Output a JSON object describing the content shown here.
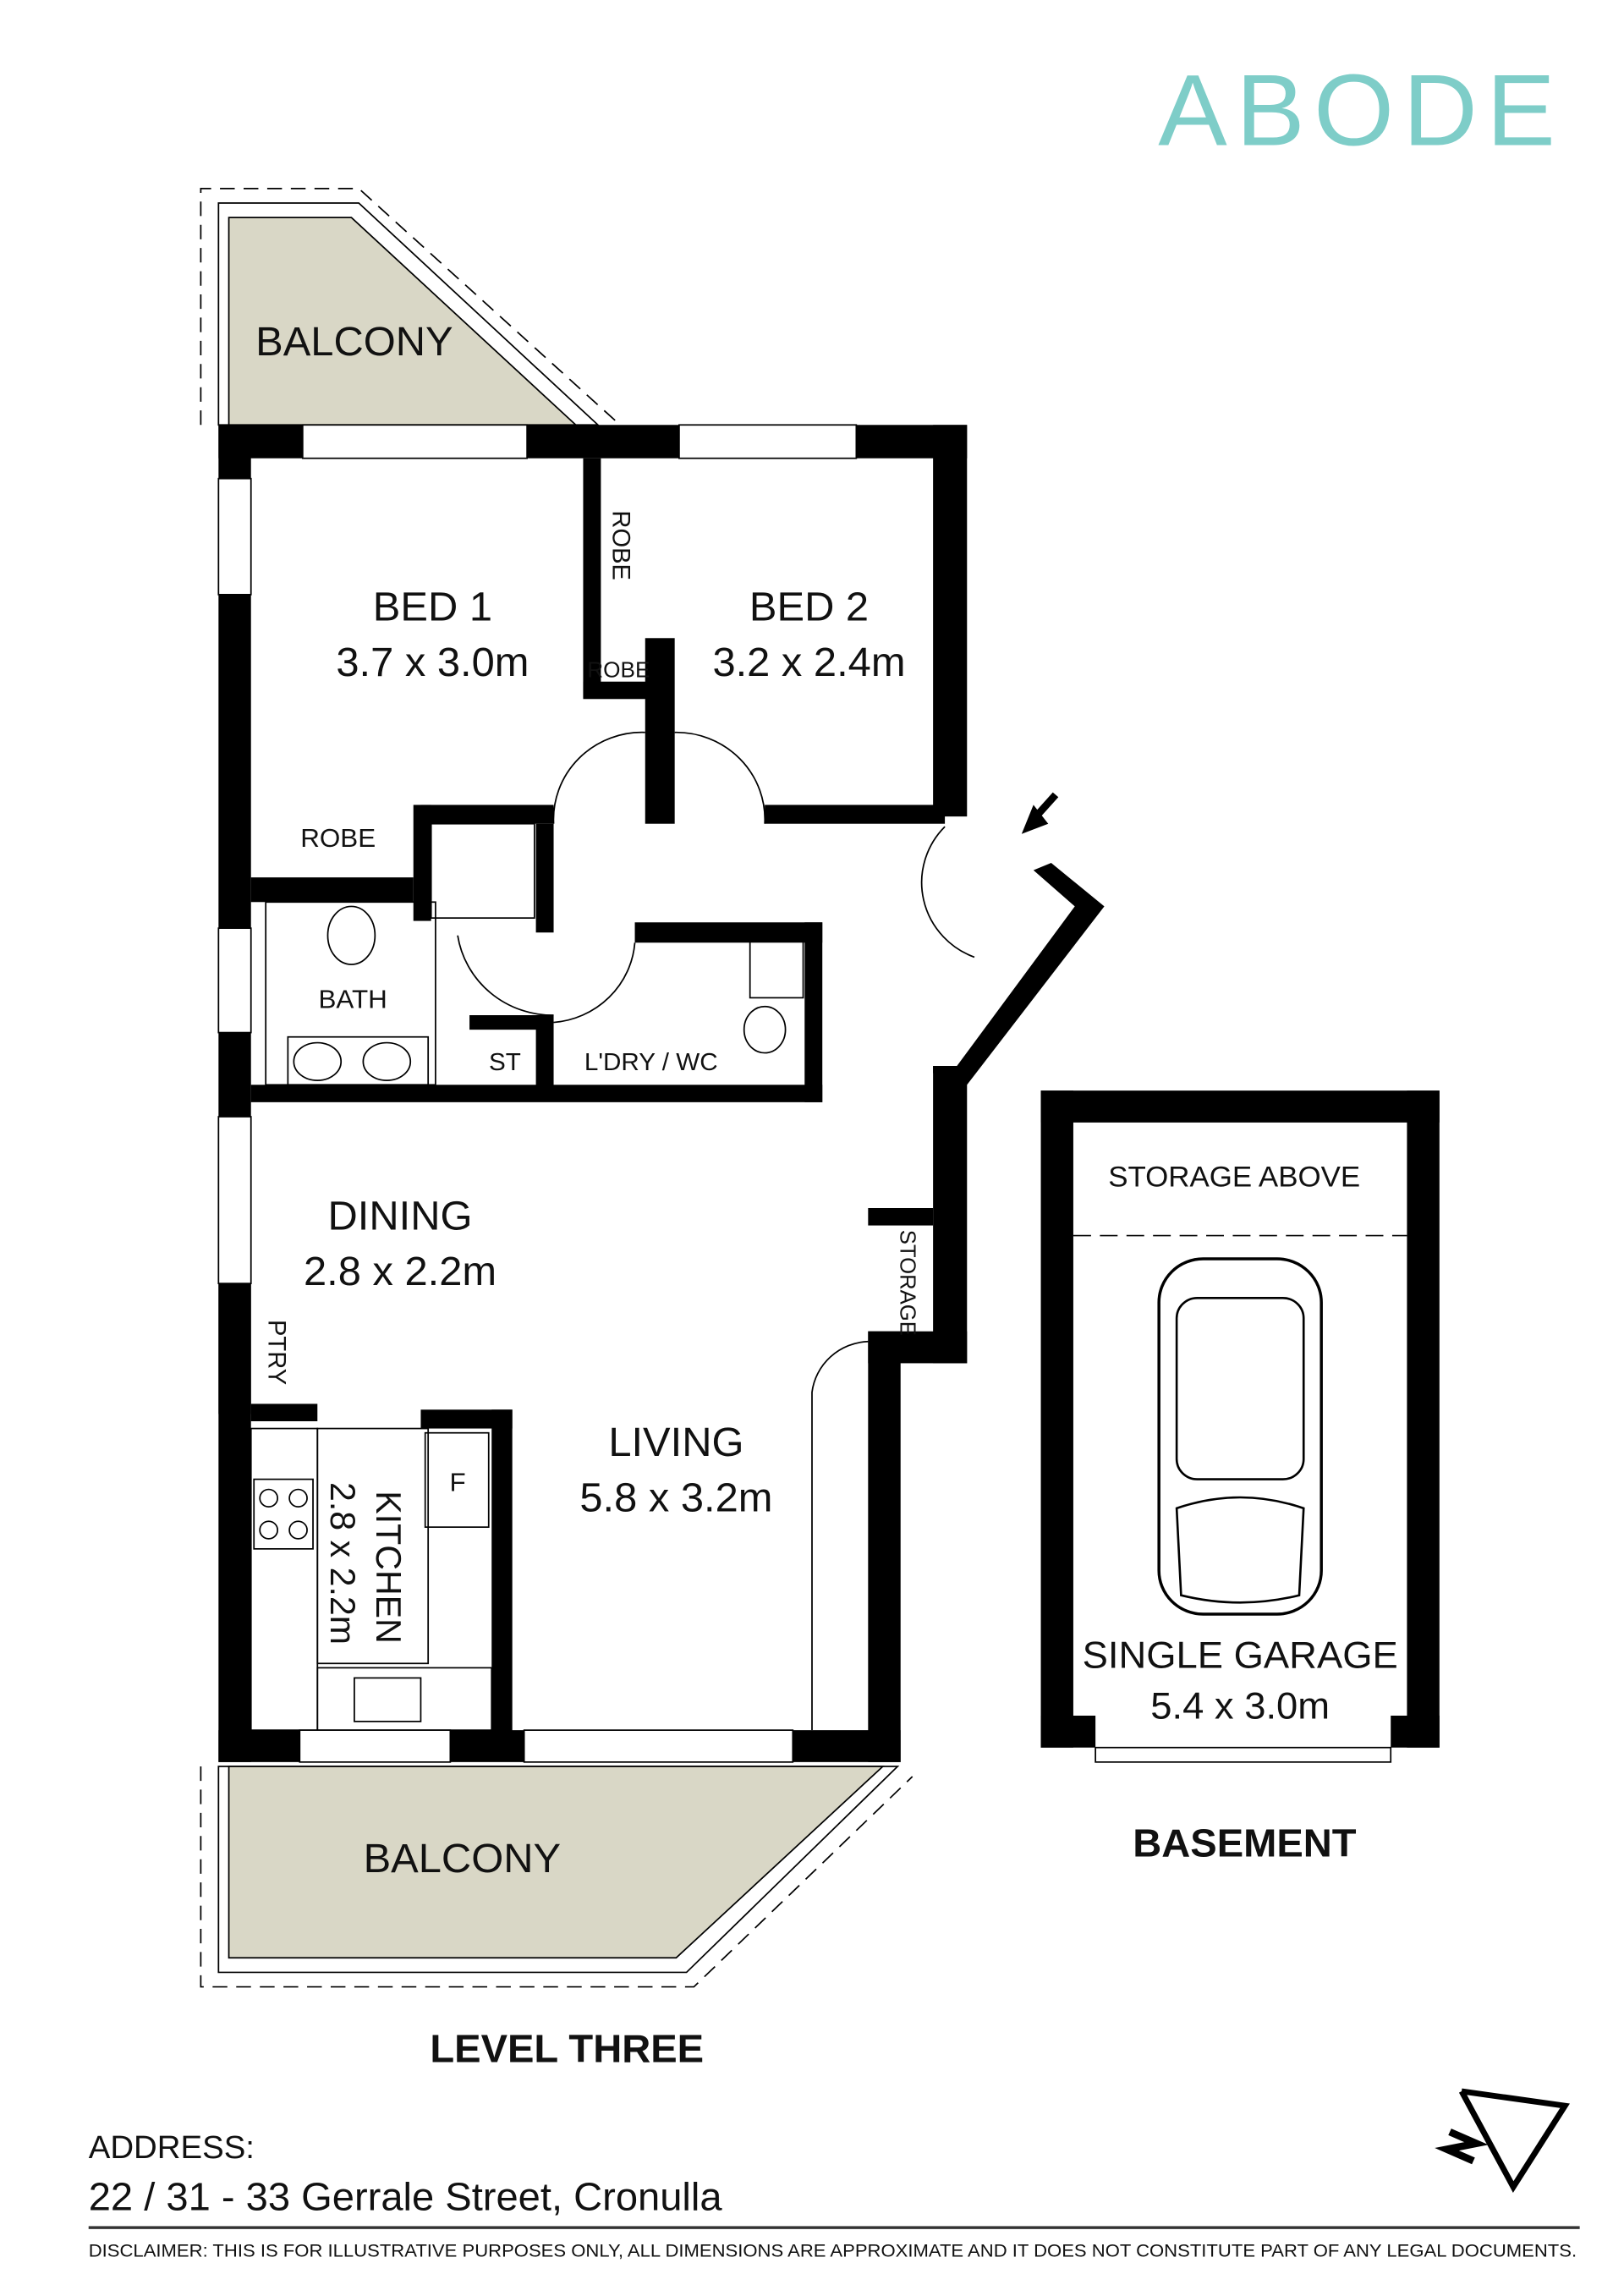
{
  "brand": {
    "logo": "ABODE",
    "color": "#7ecdc8"
  },
  "plan": {
    "level_title": "LEVEL THREE",
    "basement_title": "BASEMENT",
    "balcony_color": "#d9d7c6",
    "rooms": {
      "balcony_top": "BALCONY",
      "bed1_name": "BED 1",
      "bed1_size": "3.7 x 3.0m",
      "bed2_name": "BED 2",
      "bed2_size": "3.2 x 2.4m",
      "robe_a": "ROBE",
      "robe_b": "ROBE",
      "robe_c": "ROBE",
      "bath": "BATH",
      "st": "ST",
      "laundry": "L'DRY / WC",
      "dining_name": "DINING",
      "dining_size": "2.8 x 2.2m",
      "pantry": "PTRY",
      "kitchen_name": "KITCHEN",
      "kitchen_size": "2.8 x 2.2m",
      "fridge": "F",
      "living_name": "LIVING",
      "living_size": "5.8 x 3.2m",
      "storage": "STORAGE",
      "balcony_bottom": "BALCONY",
      "storage_above": "STORAGE ABOVE",
      "garage_name": "SINGLE GARAGE",
      "garage_size": "5.4 x 3.0m"
    }
  },
  "footer": {
    "address_label": "ADDRESS:",
    "address": "22 / 31 - 33 Gerrale Street, Cronulla",
    "disclaimer": "DISCLAIMER: THIS IS FOR ILLUSTRATIVE PURPOSES ONLY, ALL DIMENSIONS ARE APPROXIMATE AND IT DOES NOT CONSTITUTE PART OF ANY LEGAL DOCUMENTS."
  },
  "icons": {
    "compass": "north-arrow-icon",
    "entry": "entry-arrow-icon",
    "car": "car-icon"
  }
}
